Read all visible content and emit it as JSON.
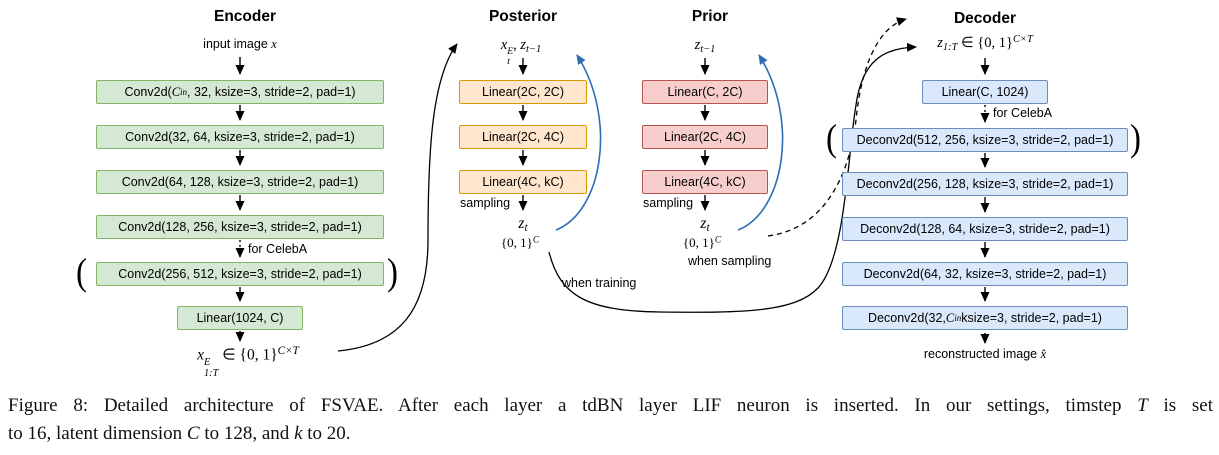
{
  "palette": {
    "encoder_fill": "#d5e8d4",
    "encoder_border": "#82b366",
    "posterior_fill": "#ffe6cc",
    "posterior_border": "#d79b00",
    "prior_fill": "#f8cecc",
    "prior_border": "#b85450",
    "decoder_fill": "#dae8fc",
    "decoder_border": "#6c8ebf",
    "arrow_black": "#000000",
    "arrow_blue": "#2e6db4"
  },
  "encoder": {
    "title": "Encoder",
    "input": [
      {
        "t": "input image "
      },
      {
        "i": "x"
      }
    ],
    "conv1": [
      {
        "t": "Conv2d("
      },
      {
        "i": "C"
      },
      {
        "sub": "in"
      },
      {
        "t": ", 32, ksize=3, stride=2, pad=1)"
      }
    ],
    "conv2": "Conv2d(32, 64, ksize=3, stride=2, pad=1)",
    "conv3": "Conv2d(64, 128, ksize=3, stride=2, pad=1)",
    "conv4": "Conv2d(128, 256, ksize=3, stride=2, pad=1)",
    "for_celeba": "for CelebA",
    "conv5": "Conv2d(256, 512, ksize=3, stride=2, pad=1)",
    "linear": "Linear(1024, C)",
    "paren_open": "(",
    "paren_close": ")",
    "output": [
      {
        "i": "x"
      },
      {
        "stack": {
          "sup": "E",
          "sub": "1:T"
        }
      },
      {
        "m": " ∈ {0, 1}"
      },
      {
        "sup": "C×T"
      }
    ]
  },
  "posterior": {
    "title": "Posterior",
    "input": [
      {
        "i": "x"
      },
      {
        "stack": {
          "sup": "E",
          "sub": "t"
        }
      },
      {
        "m": ", "
      },
      {
        "i": "z"
      },
      {
        "sub": "t−1"
      }
    ],
    "boxes": [
      "Linear(2C, 2C)",
      "Linear(2C, 4C)",
      "Linear(4C, kC)"
    ],
    "sampling": "sampling",
    "z": [
      {
        "i": "z"
      },
      {
        "sub": "t"
      }
    ],
    "domain": [
      {
        "m": "{0, 1}"
      },
      {
        "sup": "C"
      }
    ],
    "when_training": "when training"
  },
  "prior": {
    "title": "Prior",
    "input": [
      {
        "i": "z"
      },
      {
        "sub": "t−1"
      }
    ],
    "boxes": [
      "Linear(C, 2C)",
      "Linear(2C, 4C)",
      "Linear(4C, kC)"
    ],
    "sampling": "sampling",
    "z": [
      {
        "i": "z"
      },
      {
        "sub": "t"
      }
    ],
    "domain": [
      {
        "m": "{0, 1}"
      },
      {
        "sup": "C"
      }
    ],
    "when_sampling": "when sampling"
  },
  "decoder": {
    "title": "Decoder",
    "input": [
      {
        "i": "z"
      },
      {
        "sub": "1:T"
      },
      {
        "m": " ∈ {0, 1}"
      },
      {
        "sup": "C×T"
      }
    ],
    "linear": "Linear(C, 1024)",
    "for_celeba": "for CelebA",
    "deconv1": "Deconv2d(512, 256, ksize=3, stride=2, pad=1)",
    "deconv2": "Deconv2d(256, 128, ksize=3, stride=2, pad=1)",
    "deconv3": "Deconv2d(128, 64, ksize=3, stride=2, pad=1)",
    "deconv4": "Deconv2d(64, 32, ksize=3, stride=2, pad=1)",
    "deconv5": [
      {
        "t": "Deconv2d(32, "
      },
      {
        "i": "C"
      },
      {
        "sub": "in"
      },
      {
        "t": " ksize=3, stride=2, pad=1)"
      }
    ],
    "paren_open": "(",
    "paren_close": ")",
    "output": [
      {
        "t": "reconstructed image "
      },
      {
        "i": "x̂"
      }
    ]
  },
  "caption": {
    "line1": [
      {
        "t": "Figure 8: Detailed architecture of FSVAE. After each layer a tdBN layer LIF neuron is inserted. In our settings, timstep "
      },
      {
        "i": "T"
      },
      {
        "t": " is set"
      }
    ],
    "line2": [
      {
        "t": "to 16, latent dimension "
      },
      {
        "i": "C"
      },
      {
        "t": " to 128, and "
      },
      {
        "i": "k"
      },
      {
        "t": " to 20."
      }
    ]
  }
}
